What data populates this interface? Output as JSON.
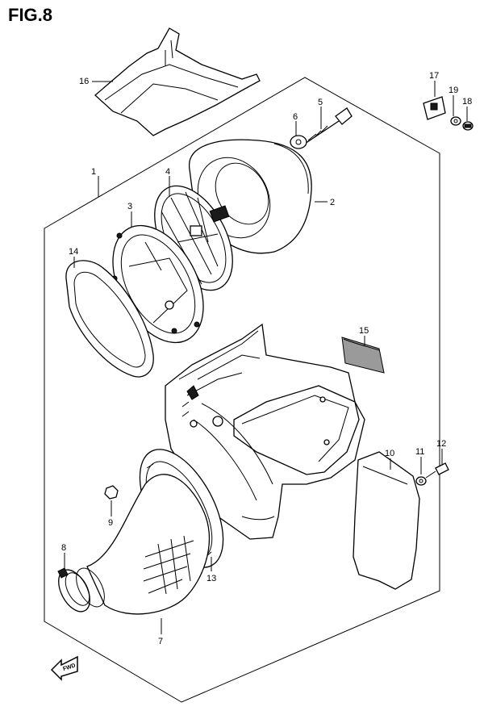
{
  "figure": {
    "title": "FIG.8"
  },
  "callouts": [
    "1",
    "2",
    "3",
    "4",
    "5",
    "6",
    "7",
    "8",
    "9",
    "10",
    "11",
    "12",
    "13",
    "14",
    "15",
    "16",
    "17",
    "18",
    "19"
  ],
  "fwd_label": "FWD",
  "colors": {
    "ink": "#000000",
    "paper": "#ffffff",
    "shade": "#9a9a9a"
  },
  "icons": [
    "fwd-arrow-icon"
  ]
}
